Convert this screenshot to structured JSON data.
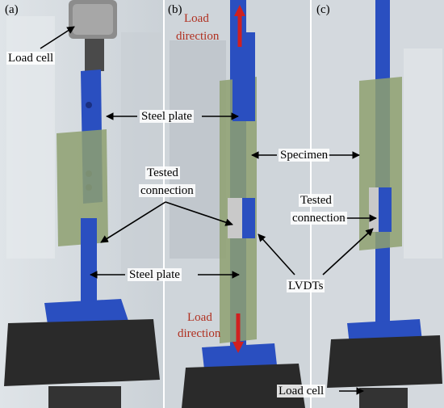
{
  "panels": [
    {
      "tag": "(a)"
    },
    {
      "tag": "(b)"
    },
    {
      "tag": "(c)"
    }
  ],
  "labels": {
    "load_cell_top": "Load cell",
    "steel_plate_top": "Steel plate",
    "tested_connection_a_line1": "Tested",
    "tested_connection_a_line2": "connection",
    "steel_plate_bottom": "Steel plate",
    "load_direction_top_line1": "Load",
    "load_direction_top_line2": "direction",
    "specimen": "Specimen",
    "tested_connection_c_line1": "Tested",
    "tested_connection_c_line2": "connection",
    "lvdts": "LVDTs",
    "load_direction_bottom_line1": "Load",
    "load_direction_bottom_line2": "direction",
    "load_cell_bottom": "Load cell"
  },
  "colors": {
    "steel_blue": "#2a4fc0",
    "specimen_green": "#8ea070",
    "load_arrow": "#d02020",
    "base_black": "#2a2a2a"
  }
}
